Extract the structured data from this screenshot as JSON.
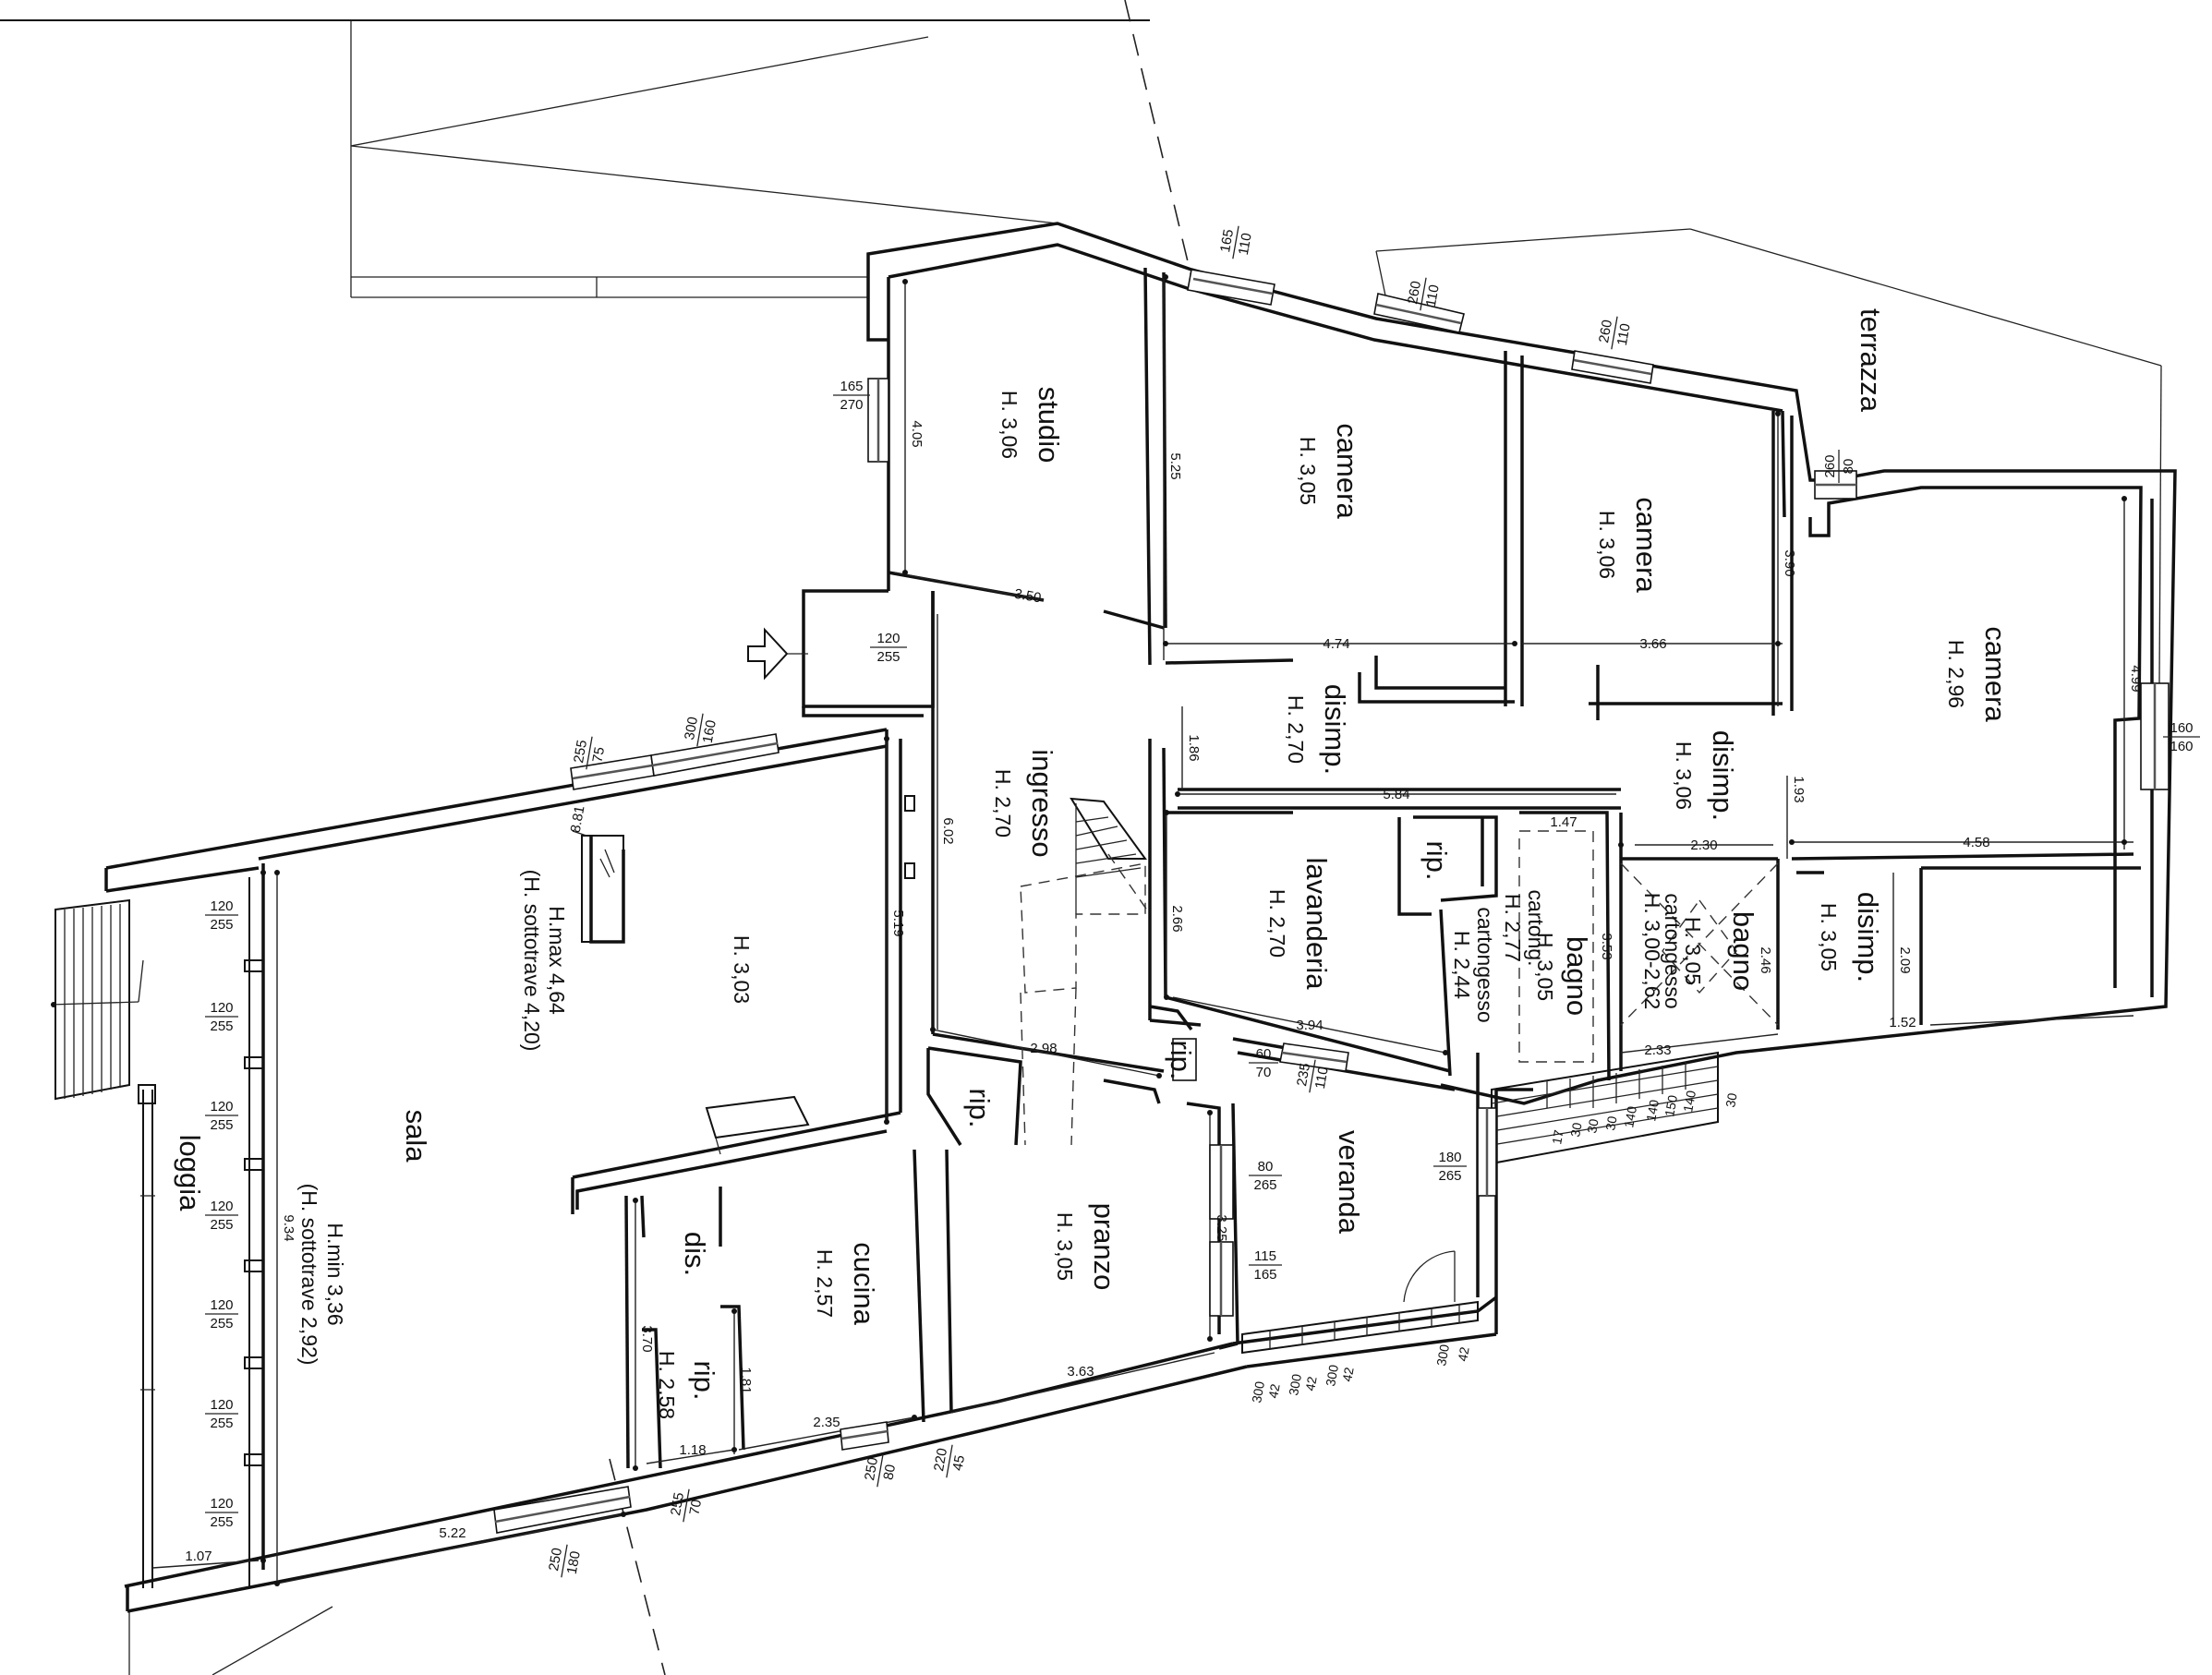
{
  "rooms": {
    "studio": {
      "name": "studio",
      "height": "H. 3,06"
    },
    "camera1": {
      "name": "camera",
      "height": "H. 3,05"
    },
    "camera2": {
      "name": "camera",
      "height": "H. 3,06"
    },
    "camera3": {
      "name": "camera",
      "height": "H. 2,96"
    },
    "terrazza": {
      "name": "terrazza"
    },
    "ingresso": {
      "name": "ingresso",
      "height": "H. 2,70"
    },
    "disimp1": {
      "name": "disimp.",
      "height": "H. 2,70"
    },
    "disimp2": {
      "name": "disimp.",
      "height": "H. 3,06"
    },
    "disimp3": {
      "name": "disimp.",
      "height": "H. 3,05"
    },
    "lavanderia": {
      "name": "lavanderia",
      "height": "H. 2,70"
    },
    "rip_lav": {
      "name": "rip."
    },
    "bagno1": {
      "name": "bagno",
      "note1": "cartong.",
      "h1": "H. 2,77",
      "h2": "H. 3,05",
      "note2": "cartongesso",
      "h3": "H. 2,44"
    },
    "bagno2": {
      "name": "bagno",
      "h1": "H. 3,05",
      "note": "cartongesso",
      "h2": "H. 3,00-2,62"
    },
    "sala": {
      "name": "sala",
      "hmin": "H.min 3,36",
      "hmin_sub": "(H. sottotrave 2,92)",
      "hmax": "H.max 4,64",
      "hmax_sub": "(H. sottotrave 4,20)",
      "height": "H. 3,03"
    },
    "loggia": {
      "name": "loggia"
    },
    "cucina": {
      "name": "cucina",
      "height": "H. 2,57"
    },
    "dis": {
      "name": "dis."
    },
    "rip_cuc": {
      "name": "rip.",
      "height": "H. 2,58"
    },
    "rip_ing": {
      "name": "rip."
    },
    "rip_pranzo": {
      "name": "rip."
    },
    "pranzo": {
      "name": "pranzo",
      "height": "H. 3,05"
    },
    "veranda": {
      "name": "veranda"
    }
  },
  "dimensions": {
    "d405": "4.05",
    "d350": "3.50",
    "d525": "5.25",
    "d474": "4.74",
    "d366": "3.66",
    "d390": "3.90",
    "d499": "4.99",
    "d186": "1.86",
    "d584": "5.84",
    "d147": "1.47",
    "d353": "3.53",
    "d193": "1.93",
    "d230": "2.30",
    "d458": "4.58",
    "d246": "2.46",
    "d209": "2.09",
    "d152": "1.52",
    "d233": "2.33",
    "d394": "3.94",
    "d266": "2.66",
    "d602": "6.02",
    "d519": "5.19",
    "d881": "8.81",
    "d934": "9.34",
    "d298": "2.98",
    "d325": "3.25",
    "d363": "3.63",
    "d370": "3.70",
    "d181": "1.81",
    "d235": "2.35",
    "d118": "1.18",
    "d522": "5.22",
    "d107": "1.07"
  },
  "openings": {
    "w165_110": {
      "a": "165",
      "b": "110"
    },
    "w260_110a": {
      "a": "260",
      "b": "110"
    },
    "w260_110b": {
      "a": "260",
      "b": "110"
    },
    "w260_80": {
      "a": "260",
      "b": "80"
    },
    "w165_270": {
      "a": "165",
      "b": "270"
    },
    "w120_255_ing": {
      "a": "120",
      "b": "255"
    },
    "w160_160": {
      "a": "160",
      "b": "160"
    },
    "w300_160": {
      "a": "300",
      "b": "160"
    },
    "w255_75": {
      "a": "255",
      "b": "75"
    },
    "loggia_openings": [
      {
        "a": "120",
        "b": "255"
      },
      {
        "a": "120",
        "b": "255"
      },
      {
        "a": "120",
        "b": "255"
      },
      {
        "a": "120",
        "b": "255"
      },
      {
        "a": "120",
        "b": "255"
      },
      {
        "a": "120",
        "b": "255"
      },
      {
        "a": "120",
        "b": "255"
      }
    ],
    "w60_70": {
      "a": "60",
      "b": "70"
    },
    "w235_110": {
      "a": "235",
      "b": "110"
    },
    "w80_265": {
      "a": "80",
      "b": "265"
    },
    "w115_165": {
      "a": "115",
      "b": "165"
    },
    "w180_265": {
      "a": "180",
      "b": "265"
    },
    "w250_80": {
      "a": "250",
      "b": "80"
    },
    "w220_45": {
      "a": "220",
      "b": "45"
    },
    "w255_70": {
      "a": "255",
      "b": "70"
    },
    "w250_180": {
      "a": "250",
      "b": "180"
    },
    "veranda_steps": [
      "300",
      "42",
      "300",
      "42",
      "300",
      "42",
      "300",
      "42"
    ],
    "stair_steps": [
      "17",
      "30",
      "30",
      "30",
      "140",
      "140",
      "150",
      "140",
      "30"
    ]
  }
}
